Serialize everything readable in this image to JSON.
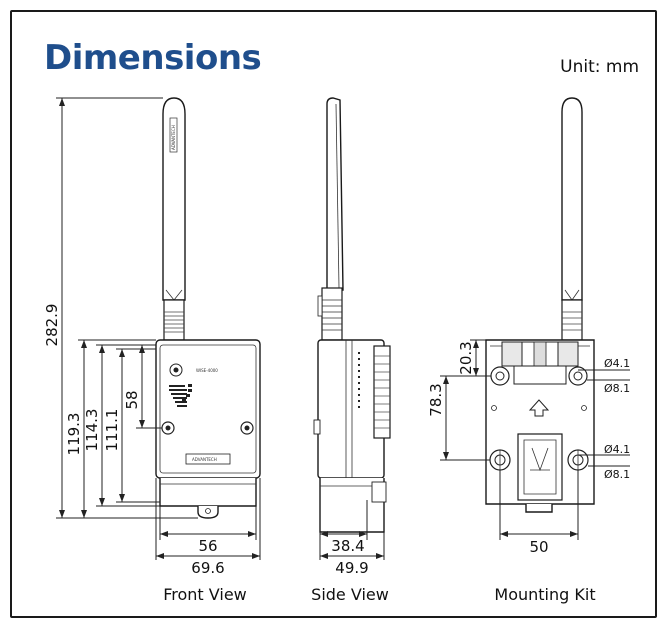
{
  "title": "Dimensions",
  "unit": "Unit: mm",
  "views": {
    "front": {
      "caption": "Front View",
      "total_height": "282.9",
      "h1": "119.3",
      "h2": "114.3",
      "h3": "111.1",
      "hole_height": "58",
      "width_inner": "56",
      "width_outer": "69.6"
    },
    "side": {
      "caption": "Side View",
      "depth_inner": "38.4",
      "depth_outer": "49.9"
    },
    "mounting": {
      "caption": "Mounting Kit",
      "top_offset": "20.3",
      "hole_spacing": "78.3",
      "width": "50",
      "hole_small_top": "Ø4.1",
      "hole_large_top": "Ø8.1",
      "hole_small_bottom": "Ø4.1",
      "hole_large_bottom": "Ø8.1"
    }
  },
  "labels": {
    "antenna_brand": "ADVANTECH",
    "device_brand": "ADVANTECH",
    "model": "WISE-4000"
  }
}
